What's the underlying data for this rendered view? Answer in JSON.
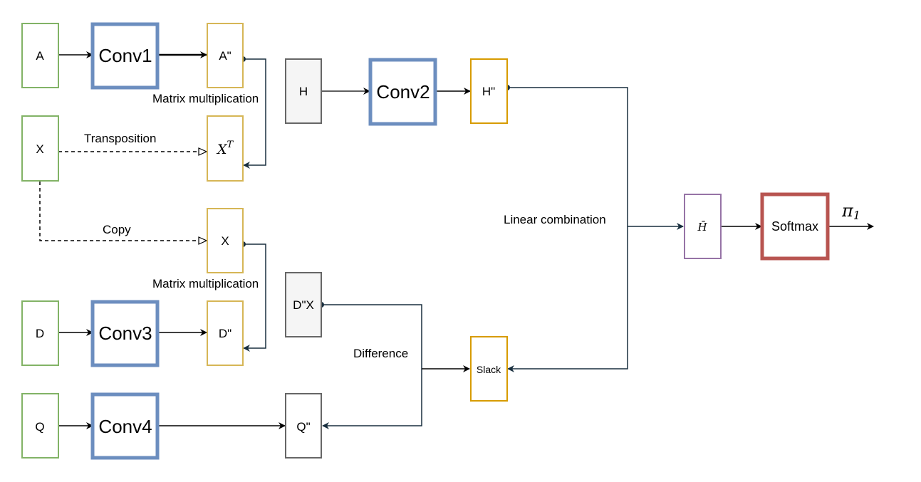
{
  "nodes": {
    "A": "A",
    "X": "X",
    "D": "D",
    "Q": "Q",
    "conv1": "Conv1",
    "conv2": "Conv2",
    "conv3": "Conv3",
    "conv4": "Conv4",
    "a_pp": "A\"",
    "xt_base": "X",
    "xt_sup": "T",
    "x_copy": "X",
    "d_pp": "D\"",
    "H": "H",
    "h_pp": "H\"",
    "dx": "D\"X",
    "q_pp": "Q\"",
    "slack": "Slack",
    "h_bar": "H̄",
    "softmax": "Softmax",
    "pi_base": "π",
    "pi_sub": "1"
  },
  "labels": {
    "matmul_top": "Matrix multiplication",
    "transposition": "Transposition",
    "copy": "Copy",
    "matmul_bottom": "Matrix multiplication",
    "difference": "Difference",
    "linear_combination": "Linear combination"
  },
  "colors": {
    "input_green": "#82b366",
    "conv_blue": "#6c8ebf",
    "intermediate_gold": "#d6b656",
    "output_gold": "#d79b00",
    "gray_box": "#666666",
    "gray_fill": "#f5f5f5",
    "purple": "#9673a6",
    "softmax_red": "#b85450",
    "connector": "#182e3e"
  }
}
